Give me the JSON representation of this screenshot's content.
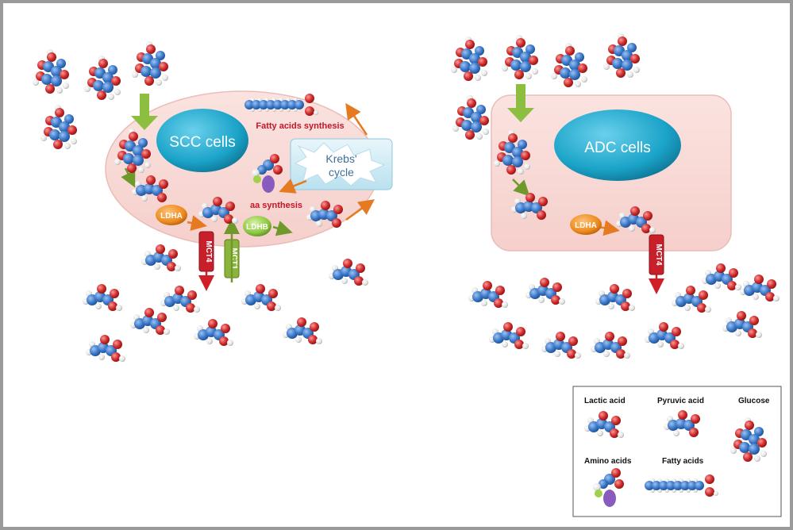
{
  "left_panel": {
    "cell_label": "SCC cells",
    "krebs_line1": "Krebs'",
    "krebs_line2": "cycle",
    "fatty_acids_label": "Fatty acids synthesis",
    "aa_label": "aa synthesis",
    "enzyme_ldha": "LDHA",
    "enzyme_ldhb": "LDHB",
    "transporter_mct4": "MCT4",
    "transporter_mct1": "MCT1"
  },
  "right_panel": {
    "cell_label": "ADC cells",
    "enzyme_ldha": "LDHA",
    "transporter_mct4": "MCT4"
  },
  "legend": {
    "lactic": "Lactic acid",
    "pyruvic": "Pyruvic acid",
    "glucose": "Glucose",
    "amino": "Amino acids",
    "fatty": "Fatty acids"
  },
  "colors": {
    "cell_fill": "#f9d9d6",
    "nucleus": "#1aa3c8",
    "carbon": "#3b78c9",
    "oxygen": "#d12a2a",
    "hydrogen": "#e6e6e6",
    "ldha": "#ee8a1c",
    "ldhb": "#8cc63e",
    "mct4": "#c8202a",
    "mct1": "#8bb43a",
    "arrow_green": "#6f9a2b",
    "arrow_orange": "#e57a20",
    "label_red": "#c0182a"
  }
}
